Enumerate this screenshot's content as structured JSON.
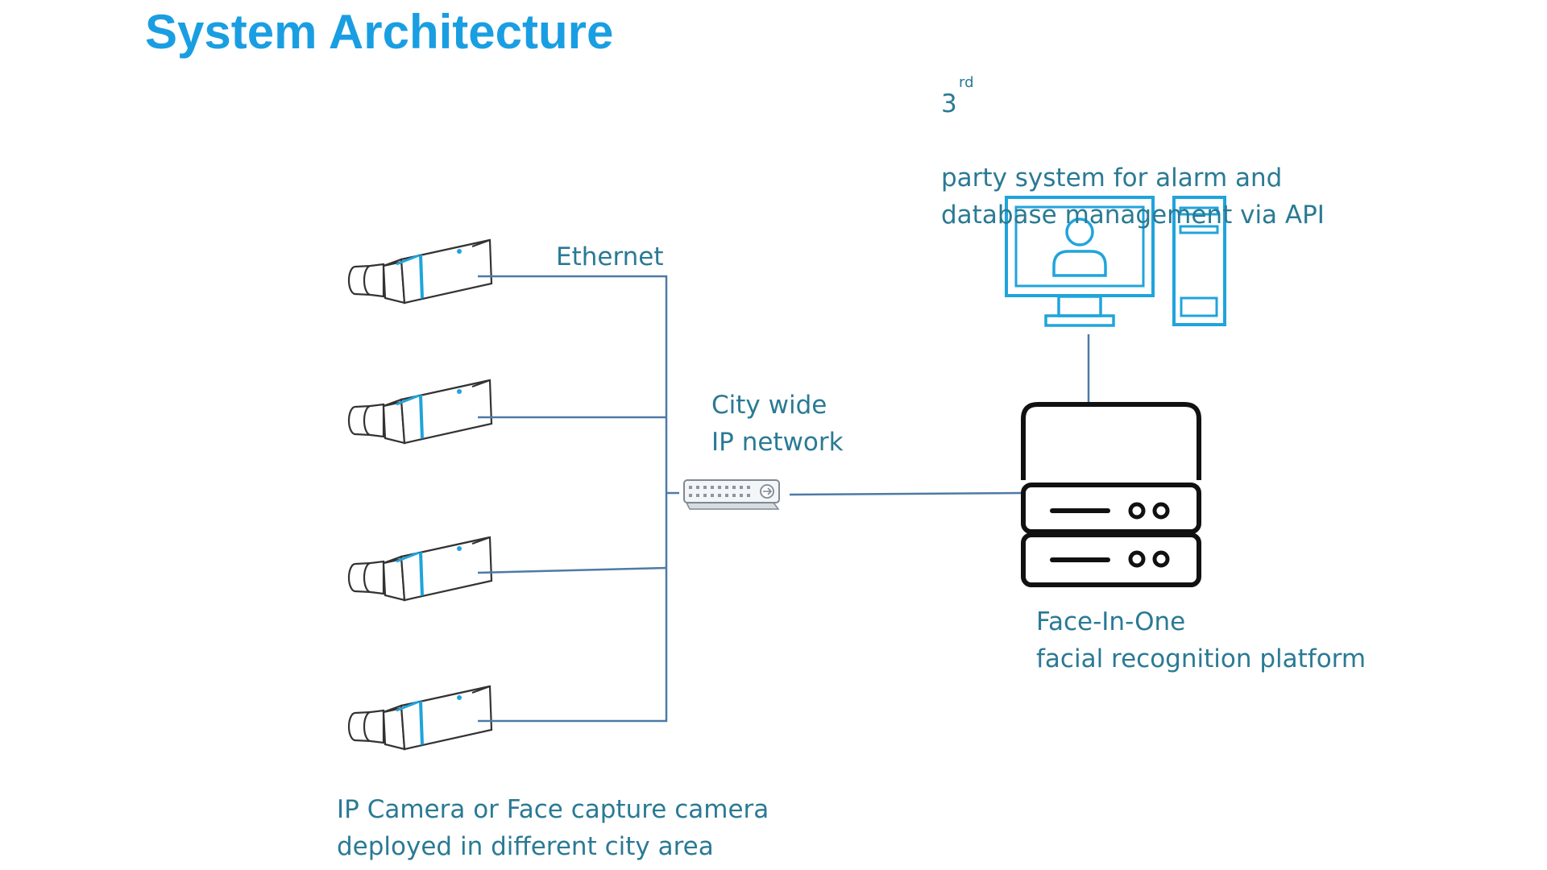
{
  "title": "System Architecture",
  "labels": {
    "ethernet": "Ethernet",
    "network_line1": "City wide",
    "network_line2": "IP network",
    "third_party_number": "3",
    "third_party_sup": "rd",
    "third_party_line1": "party system for alarm and",
    "third_party_line2": "database management via API",
    "platform_line1": "Face-In-One",
    "platform_line2": "facial recognition platform",
    "cameras_line1": "IP Camera or Face capture camera",
    "cameras_line2": "deployed in different city area"
  },
  "nodes": [
    {
      "id": "camera-1",
      "type": "ip-camera",
      "icon": "camera-icon"
    },
    {
      "id": "camera-2",
      "type": "ip-camera",
      "icon": "camera-icon"
    },
    {
      "id": "camera-3",
      "type": "ip-camera",
      "icon": "camera-icon"
    },
    {
      "id": "camera-4",
      "type": "ip-camera",
      "icon": "camera-icon"
    },
    {
      "id": "network-switch",
      "type": "switch",
      "icon": "network-switch-icon"
    },
    {
      "id": "face-in-one-server",
      "type": "server",
      "icon": "server-icon"
    },
    {
      "id": "third-party-workstation",
      "type": "workstation",
      "icon": "computer-icon"
    }
  ],
  "edges": [
    {
      "from": "camera-1",
      "to": "network-switch"
    },
    {
      "from": "camera-2",
      "to": "network-switch"
    },
    {
      "from": "camera-3",
      "to": "network-switch"
    },
    {
      "from": "camera-4",
      "to": "network-switch"
    },
    {
      "from": "network-switch",
      "to": "face-in-one-server"
    },
    {
      "from": "face-in-one-server",
      "to": "third-party-workstation"
    }
  ],
  "colors": {
    "title": "#1a9ee2",
    "label_text": "#2a7a94",
    "line": "#4d7aa6",
    "icon_accent": "#1fa4dc",
    "icon_outline": "#333333"
  }
}
